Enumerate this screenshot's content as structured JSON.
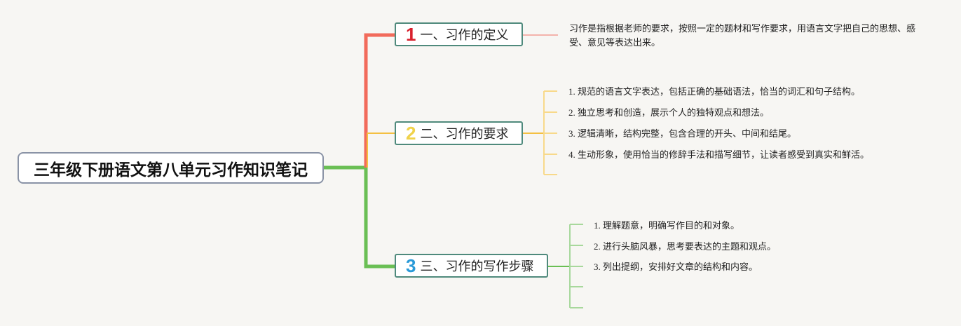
{
  "root": {
    "title": "三年级下册语文第八单元习作知识笔记"
  },
  "colors": {
    "branch1": "#f26b5b",
    "branch2": "#f4c042",
    "branch3": "#6abf54"
  },
  "branches": [
    {
      "number": "1",
      "label": "一、习作的定义",
      "color": "#d8202c",
      "items": [
        "习作是指根据老师的要求，按照一定的题材和写作要求，用语言文字把自己的思想、感受、意见等表达出来。"
      ]
    },
    {
      "number": "2",
      "label": "二、习作的要求",
      "color": "#f0d24a",
      "items": [
        "1. 规范的语言文字表达，包括正确的基础语法，恰当的词汇和句子结构。",
        "2. 独立思考和创造，展示个人的独特观点和想法。",
        "3. 逻辑清晰，结构完整，包含合理的开头、中间和结尾。",
        "4. 生动形象，使用恰当的修辞手法和描写细节，让读者感受到真实和鲜活。"
      ]
    },
    {
      "number": "3",
      "label": "三、习作的写作步骤",
      "color": "#2a9ad8",
      "items": [
        "1. 理解题意，明确写作目的和对象。",
        "2. 进行头脑风暴，思考要表达的主题和观点。",
        "3. 列出提纲，安排好文章的结构和内容。"
      ]
    }
  ]
}
